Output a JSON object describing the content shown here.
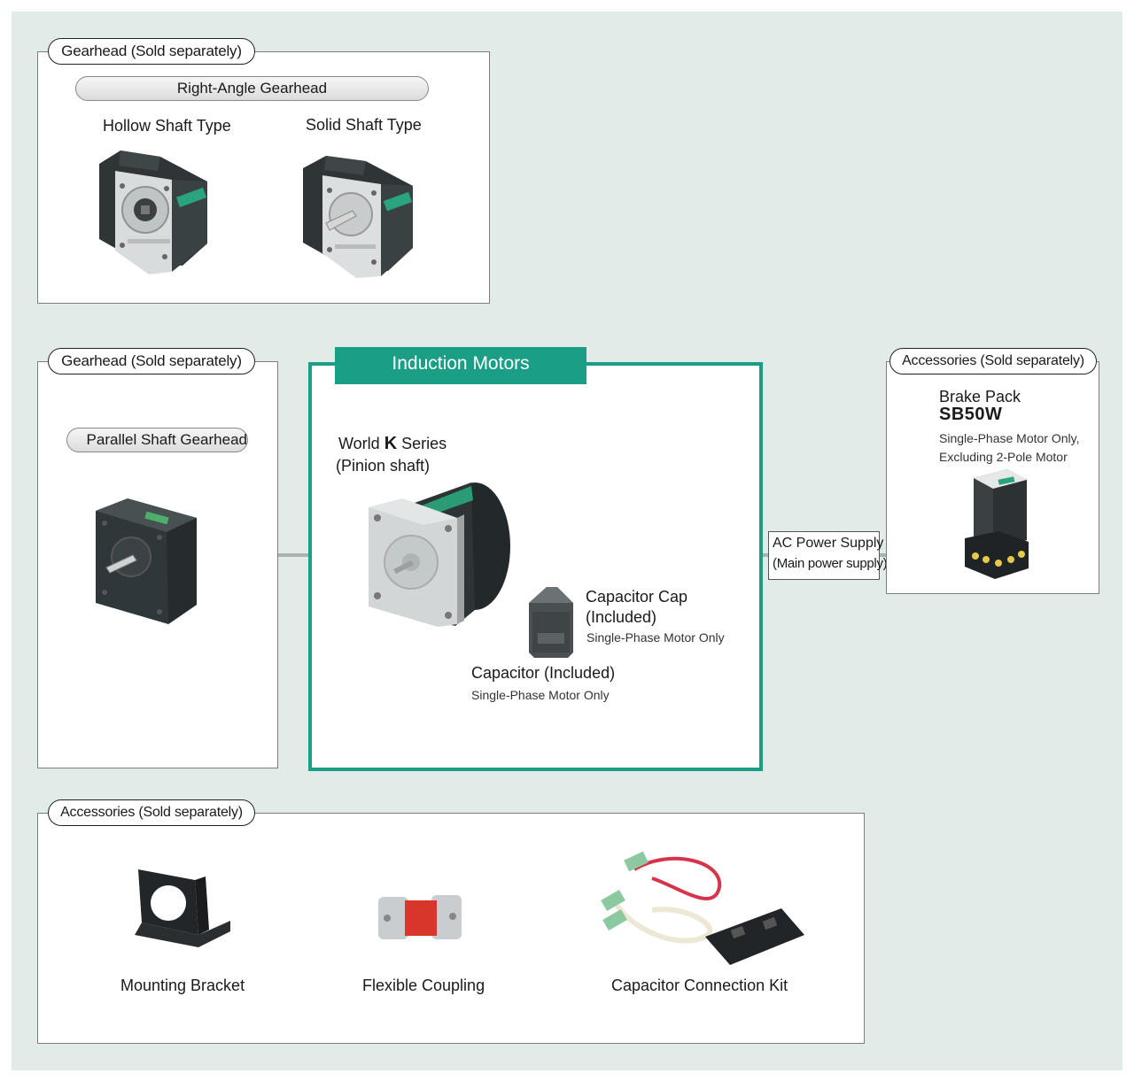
{
  "gearhead_top": {
    "title": "Gearhead (Sold separately)",
    "subtitle": "Right-Angle Gearhead",
    "hollow_label": "Hollow Shaft Type",
    "solid_label": "Solid Shaft Type"
  },
  "gearhead_left": {
    "title": "Gearhead (Sold separately)",
    "subtitle": "Parallel Shaft Gearhead"
  },
  "motor": {
    "title": "Induction Motors",
    "name_prefix": "World ",
    "name_k": "K",
    "name_suffix": " Series",
    "shaft": "(Pinion shaft)",
    "cap_cap_line1": "Capacitor Cap",
    "cap_cap_line2": "(Included)",
    "cap_cap_note": "Single-Phase Motor Only",
    "capacitor": "Capacitor (Included)",
    "capacitor_note": "Single-Phase Motor Only"
  },
  "power": {
    "line1": "AC Power Supply",
    "line2": "(Main power supply)"
  },
  "accessories_right": {
    "title": "Accessories (Sold separately)",
    "name": "Brake Pack",
    "model": "SB50W",
    "note1": "Single-Phase Motor Only,",
    "note2": "Excluding 2-Pole Motor"
  },
  "accessories_bottom": {
    "title": "Accessories (Sold separately)",
    "items": [
      "Mounting Bracket",
      "Flexible Coupling",
      "Capacitor Connection Kit"
    ]
  },
  "colors": {
    "accent": "#1a9e86",
    "background": "#e1ece8",
    "connector": "#a9b2ae"
  }
}
